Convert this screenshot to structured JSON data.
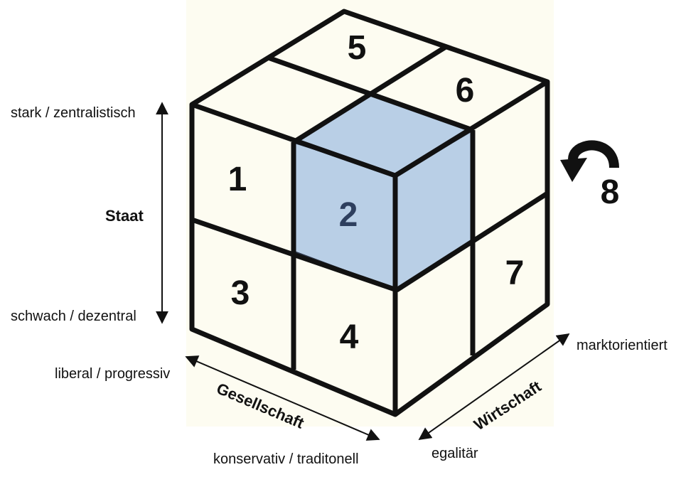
{
  "colors": {
    "background": "#fdfcf1",
    "highlight": "#b9cfe6",
    "highlight_number": "#2e3f5e",
    "stroke": "#111111"
  },
  "axes": {
    "staat": {
      "title": "Staat",
      "top": "stark / zentralistisch",
      "bottom": "schwach / dezentral"
    },
    "gesellschaft": {
      "title": "Gesellschaft",
      "top": "liberal / progressiv",
      "bottom": "konservativ / traditonell"
    },
    "wirtschaft": {
      "title": "Wirtschaft",
      "top": "marktorientiert",
      "bottom": "egalitär"
    }
  },
  "cells": [
    "1",
    "2",
    "3",
    "4",
    "5",
    "6",
    "7"
  ],
  "rotation_label": "8",
  "highlighted_cell": "2"
}
